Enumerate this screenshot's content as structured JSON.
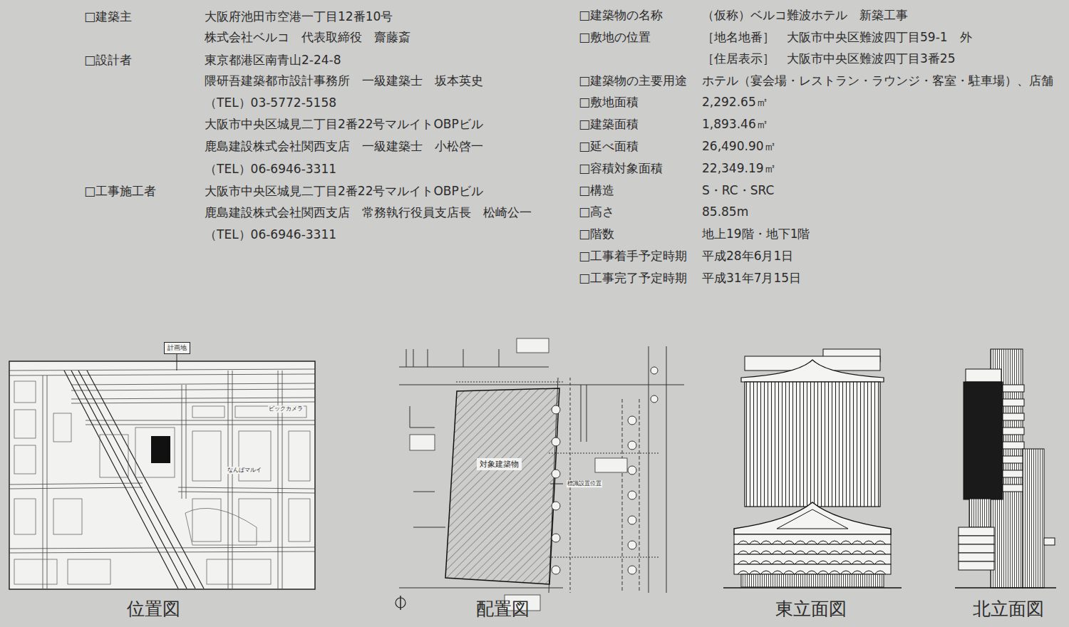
{
  "diagram": {
    "nodes": [
      {
        "text": [
          "計画地"
        ]
      },
      {
        "text": [
          "対象建築物"
        ]
      }
    ],
    "labels": [
      "□建築主",
      "大阪府池田市空港一丁目12番10号",
      "株式会社ベルコ　代表取締役　齋藤斎",
      "□設計者",
      "東京都港区南青山2-24-8",
      "隈研吾建築都市設計事務所　一級建築士　坂本英史",
      "（TEL）03-5772-5158",
      "大阪市中央区城見二丁目2番22号マルイトOBPビル",
      "鹿島建設株式会社関西支店　一級建築士　小松啓一",
      "（TEL）06-6946-3311",
      "□工事施工者",
      "大阪市中央区城見二丁目2番22号マルイトOBPビル",
      "鹿島建設株式会社関西支店　常務執行役員支店長　松崎公一",
      "（TEL）06-6946-3311",
      "□建築物の名称",
      "（仮称）ベルコ難波ホテル　新築工事",
      "□敷地の位置",
      "［地名地番］　大阪市中央区難波四丁目59-1　外",
      "［住居表示］　大阪市中央区難波四丁目3番25",
      "□建築物の主要用途",
      "ホテル（宴会場・レストラン・ラウンジ・客室・駐車場）、店舗",
      "□敷地面積",
      "2,292.65㎡",
      "□建築面積",
      "1,893.46㎡",
      "□延べ面積",
      "26,490.90㎡",
      "□容積対象面積",
      "22,349.19㎡",
      "□構造",
      "S・RC・SRC",
      "□高さ",
      "85.85m",
      "□階数",
      "地上19階・地下1階",
      "□工事着手予定時期",
      "平成28年6月1日",
      "□工事完了予定時期",
      "平成31年7月15日",
      "ビックカメラ",
      "なんばマルイ",
      "標識設置位置",
      "位置図",
      "配置図",
      "東立面図",
      "北立面図"
    ]
  }
}
